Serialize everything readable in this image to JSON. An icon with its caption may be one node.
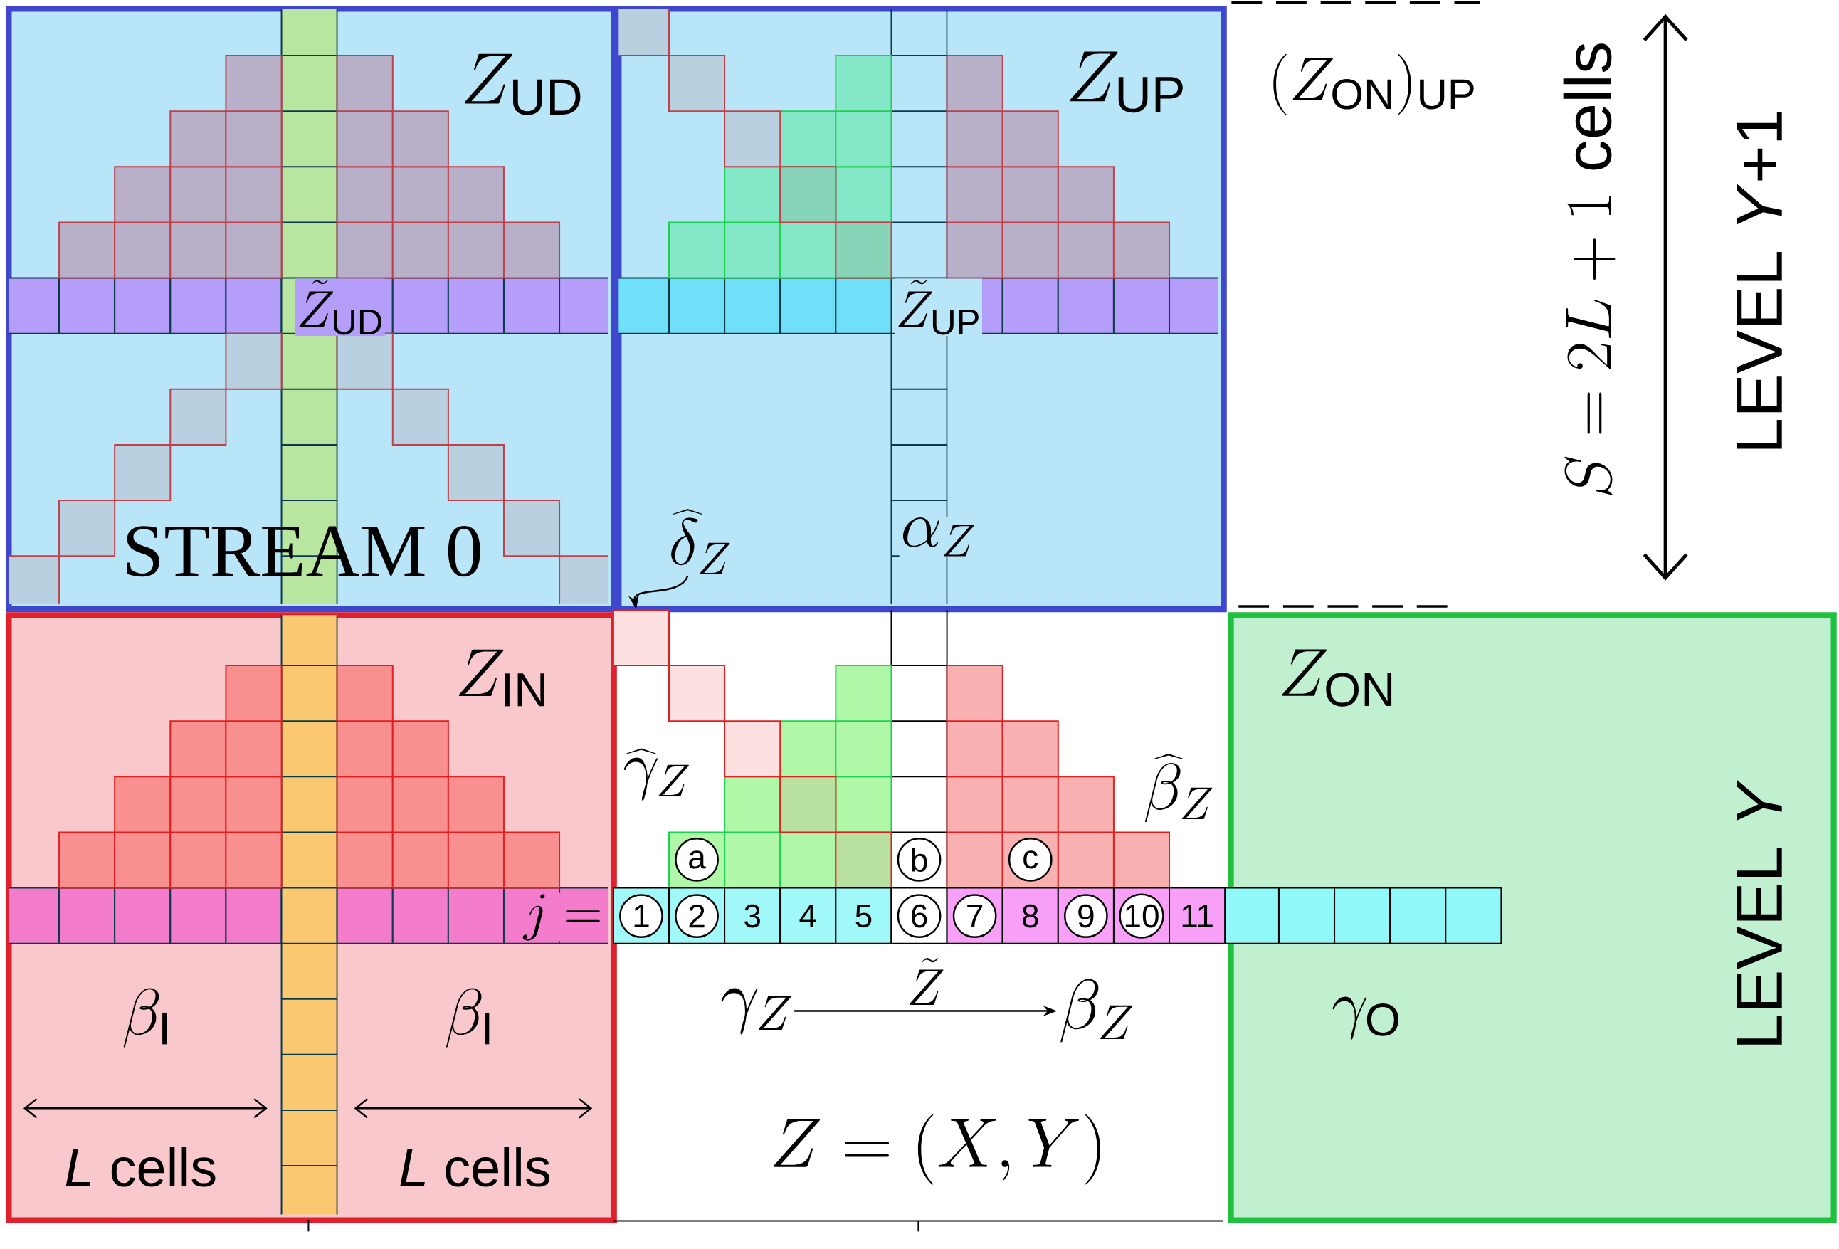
{
  "diagram": {
    "nodes": [
      {
        "text": [
          "Z_{\\mathrm{UD}}",
          "\\tilde{Z}_{\\mathrm{UD}}",
          "STREAM 0"
        ]
      },
      {
        "text": [
          "Z_{\\mathrm{UP}}",
          "\\tilde{Z}_{\\mathrm{UP}}",
          "\\alpha_{Z}"
        ]
      },
      {
        "text": [
          "\\widehat{\\delta}_{Z}"
        ],
        "in": 1
      },
      {
        "text": [
          "Z_{\\mathrm{IN}}",
          "j =",
          "\\beta_{\\mathrm{I}}",
          "\\beta_{\\mathrm{I}}",
          "*L* cells",
          "*L* cells"
        ]
      },
      {
        "text": [],
        "shape": "box"
      },
      {
        "text": [
          "\\gamma_{Z}"
        ]
      },
      {
        "text": [
          "\\beta_{Z}"
        ]
      },
      {
        "text": [
          "Z_{\\mathrm{ON}}",
          "\\gamma_{\\mathrm{O}}",
          "LEVEL *Y*"
        ]
      }
    ],
    "edges": [
      {
        "from": 2,
        "to": 4,
        "arrow": "to"
      },
      {
        "from": 5,
        "to": 6,
        "arrow": "to",
        "label": "\\tilde{Z}"
      }
    ],
    "labels": [
      "(Z_{\\mathrm{ON}})_{\\mathrm{UP}}",
      "S = 2L+1\\text{ cells}",
      "LEVEL *Y*+1",
      "\\widehat{\\gamma}_{Z}",
      "\\widehat{\\beta}_{Z}",
      "a",
      "b",
      "c",
      "1",
      "2",
      "3",
      "4",
      "5",
      "6",
      "7",
      "8",
      "9",
      "10",
      "11",
      "Z = (X, Y)"
    ]
  }
}
